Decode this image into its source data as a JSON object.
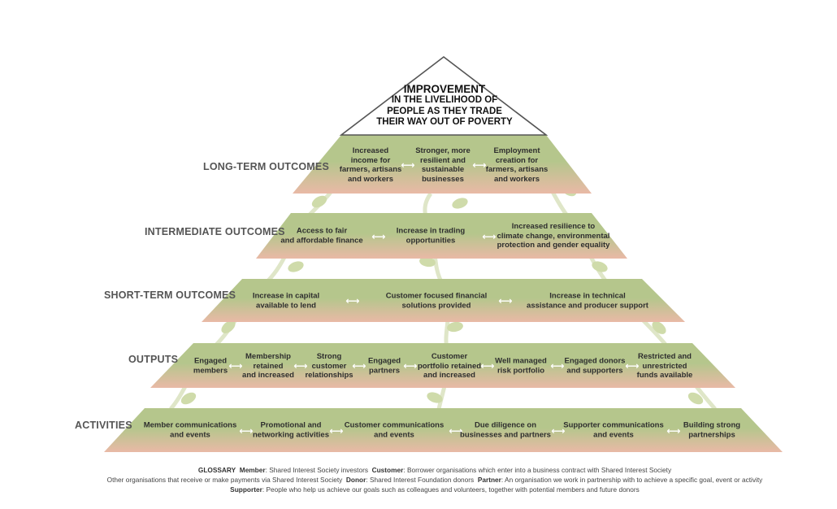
{
  "colors": {
    "band_top": "#b5c68c",
    "band_bottom": "#e9b9a6",
    "apex_fill": "#b2c98a",
    "vine": "#dfe6c8",
    "leaf": "#cfdbaa"
  },
  "apex": {
    "title": "IMPROVEMENT",
    "subtitle": "IN THE LIVELIHOOD OF\nPEOPLE AS THEY TRADE\nTHEIR WAY OUT OF POVERTY"
  },
  "levels": [
    {
      "label": "LONG-TERM OUTCOMES",
      "items": [
        "Increased\nincome for\nfarmers, artisans\nand workers",
        "Stronger, more\nresilient and\nsustainable\nbusinesses",
        "Employment\ncreation for\nfarmers, artisans\nand workers"
      ]
    },
    {
      "label": "INTERMEDIATE OUTCOMES",
      "items": [
        "Access to fair\nand affordable finance",
        "Increase in trading\nopportunities",
        "Increased resilience to\nclimate change, environmental\nprotection and gender equality"
      ]
    },
    {
      "label": "SHORT-TERM OUTCOMES",
      "items": [
        "Increase in capital\navailable to lend",
        "Customer focused financial\nsolutions provided",
        "Increase in technical\nassistance and producer support"
      ]
    },
    {
      "label": "OUTPUTS",
      "items": [
        "Engaged\nmembers",
        "Membership\nretained\nand increased",
        "Strong\ncustomer\nrelationships",
        "Engaged\npartners",
        "Customer\nportfolio retained\nand increased",
        "Well managed\nrisk portfolio",
        "Engaged donors\nand supporters",
        "Restricted and\nunrestricted\nfunds available"
      ]
    },
    {
      "label": "ACTIVITIES",
      "items": [
        "Member communications\nand events",
        "Promotional and\nnetworking activities",
        "Customer communications\nand events",
        "Due diligence on\nbusinesses and partners",
        "Supporter communications\nand events",
        "Building strong\npartnerships"
      ]
    }
  ],
  "glossary": {
    "heading": "GLOSSARY",
    "entries": [
      {
        "term": "Member",
        "definition": "Shared Interest Society investors"
      },
      {
        "term": "Customer",
        "definition": "Borrower organisations which enter into a business contract with Shared Interest Society"
      },
      {
        "term": "",
        "definition": "Other organisations that receive or make payments via Shared Interest Society"
      },
      {
        "term": "Donor",
        "definition": "Shared Interest Foundation donors"
      },
      {
        "term": "Partner",
        "definition": "An organisation we work in partnership with to achieve a specific goal, event or activity"
      },
      {
        "term": "Supporter",
        "definition": "People who help us achieve our goals such as colleagues and volunteers, together with potential members and future donors"
      }
    ]
  }
}
